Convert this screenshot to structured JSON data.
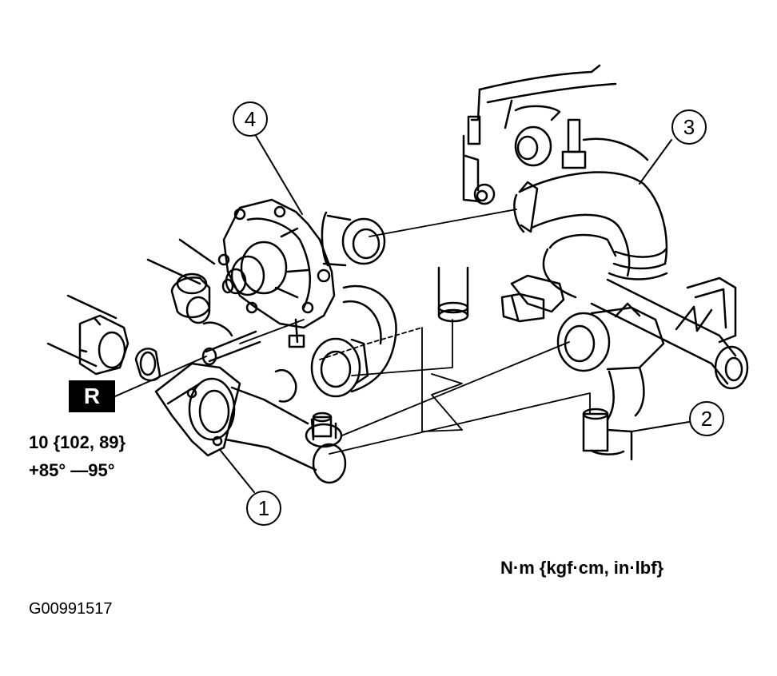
{
  "callouts": [
    "1",
    "2",
    "3",
    "4"
  ],
  "badge": "R",
  "torque": {
    "line1": "10 {102, 89}",
    "line2": "+85° —95°"
  },
  "units": "N·m {kgf·cm, in·lbf}",
  "figure_id": "G00991517",
  "colors": {
    "ink": "#000000",
    "paper": "#ffffff"
  }
}
